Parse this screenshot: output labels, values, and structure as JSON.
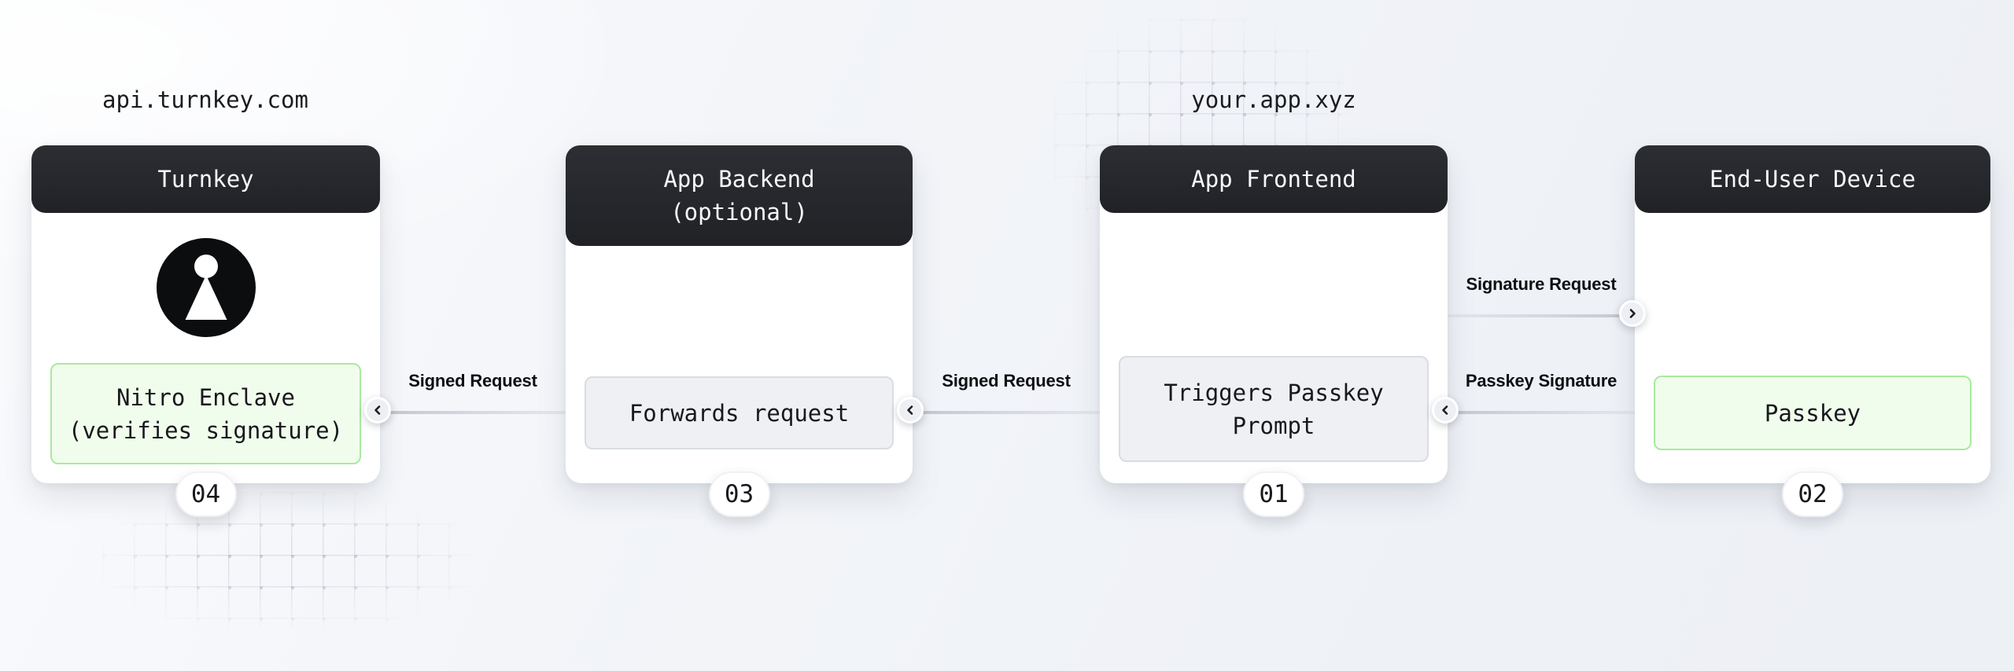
{
  "domains": [
    {
      "label": "api.turnkey.com"
    },
    {
      "label": "your.app.xyz"
    }
  ],
  "cards": [
    {
      "title": "Turnkey",
      "icon": "turnkey-keyhole-icon",
      "box": {
        "text": "Nitro Enclave\n(verifies signature)",
        "variant": "green"
      },
      "badge": "04"
    },
    {
      "title": "App Backend\n(optional)",
      "box": {
        "text": "Forwards request",
        "variant": "gray"
      },
      "badge": "03"
    },
    {
      "title": "App Frontend",
      "box": {
        "text": "Triggers Passkey\nPrompt",
        "variant": "gray"
      },
      "badge": "01"
    },
    {
      "title": "End-User Device",
      "box": {
        "text": "Passkey",
        "variant": "green"
      },
      "badge": "02"
    }
  ],
  "connectors": [
    {
      "label": "Signed Request",
      "direction": "left"
    },
    {
      "label": "Signed Request",
      "direction": "left"
    },
    {
      "label": "Signature Request",
      "direction": "right"
    },
    {
      "label": "Passkey Signature",
      "direction": "left"
    }
  ],
  "colors": {
    "header_dark": "#212327",
    "card_white": "#ffffff",
    "green_box_bg": "#f1fdec",
    "green_box_border": "#a9e9a0",
    "gray_box_bg": "#eef0f4",
    "gray_box_border": "#d9dce3",
    "line_gray": "#c3c6cf",
    "background": "#f1f3f7",
    "text_dark": "#17191d"
  }
}
